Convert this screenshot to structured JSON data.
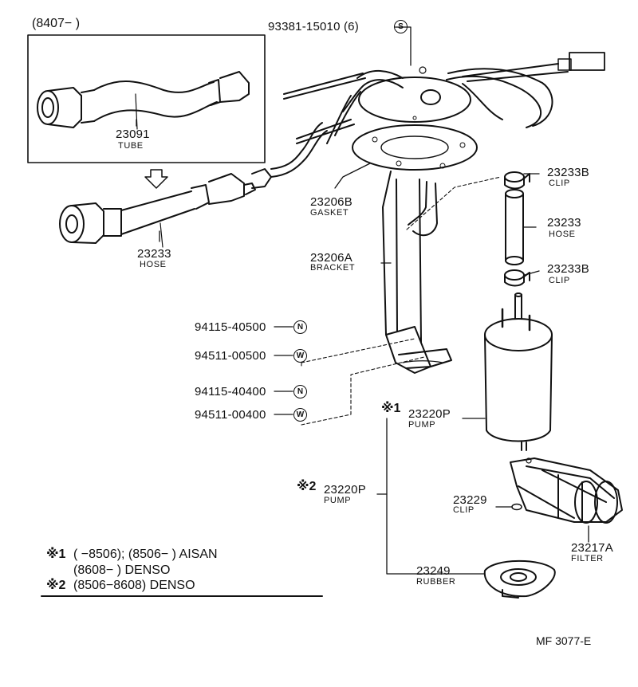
{
  "inset": {
    "range": "(8407−        )",
    "part": "23091",
    "name": "TUBE"
  },
  "top_bolt": {
    "part": "93381-15010 (6)",
    "sym": "S"
  },
  "parts": {
    "hose_main": {
      "part": "23233",
      "name": "HOSE"
    },
    "gasket": {
      "part": "23206B",
      "name": "GASKET"
    },
    "bracket": {
      "part": "23206A",
      "name": "BRACKET"
    },
    "clip_top": {
      "part": "23233B",
      "name": "CLIP"
    },
    "hose_small": {
      "part": "23233",
      "name": "HOSE"
    },
    "clip_bottom": {
      "part": "23233B",
      "name": "CLIP"
    },
    "pump1": {
      "mark": "※1",
      "part": "23220P",
      "name": "PUMP"
    },
    "pump2": {
      "mark": "※2",
      "part": "23220P",
      "name": "PUMP"
    },
    "clip_small": {
      "part": "23229",
      "name": "CLIP"
    },
    "filter": {
      "part": "23217A",
      "name": "FILTER"
    },
    "rubber": {
      "part": "23249",
      "name": "RUBBER"
    }
  },
  "fasteners": [
    {
      "part": "94115-40500",
      "sym": "N"
    },
    {
      "part": "94511-00500",
      "sym": "W"
    },
    {
      "part": "94115-40400",
      "sym": "N"
    },
    {
      "part": "94511-00400",
      "sym": "W"
    }
  ],
  "notes": {
    "line1_mark": "※1",
    "line1": "(        −8506); (8506−         ) AISAN",
    "line2": "(8608−        ) DENSO",
    "line3_mark": "※2",
    "line3": "(8506−8608) DENSO"
  },
  "code": "MF  3077-E"
}
